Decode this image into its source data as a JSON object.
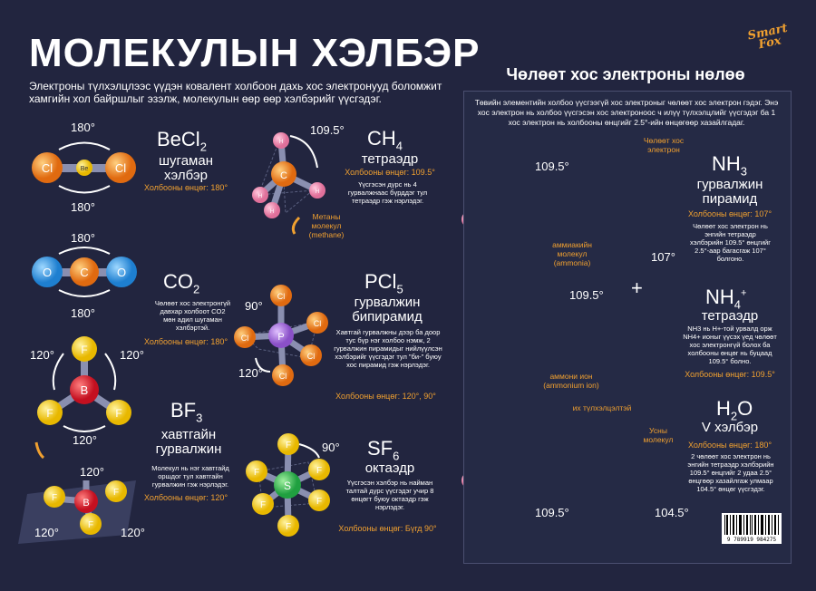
{
  "header": {
    "title": "МОЛЕКУЛЫН ХЭЛБЭР",
    "intro": "Электроны түлхэлцлээс үүдэн ковалент холбоон дахь хос электронууд боломжит хамгийн хол байршлыг эзэлж, молекулын өөр өөр хэлбэрийг үүсгэдэг."
  },
  "logo": {
    "line1": "Smart",
    "line2": "Fox"
  },
  "molecules": {
    "becl2": {
      "formula": "BeCl",
      "sub": "2",
      "shape1": "шугаман",
      "shape2": "хэлбэр",
      "angle": "Холбооны өнцөг: 180°",
      "deg_top": "180°",
      "deg_bottom": "180°"
    },
    "ch4": {
      "formula": "CH",
      "sub": "4",
      "shape": "тетраэдр",
      "angle": "Холбооны өнцөг: 109.5°",
      "desc": "Үүсгэсэн дүрс нь 4 гурвалжнаас бүрддэг тул тетраэдр гэж нэрлэдэг.",
      "deg": "109.5°",
      "note1": "Метаны",
      "note2": "молекул",
      "note3": "(methane)"
    },
    "co2": {
      "formula": "CO",
      "sub": "2",
      "desc": "Чөлөөт хос электронгүй давхар холбоот CO2 мөн адил шугаман хэлбэртэй.",
      "angle": "Холбооны өнцөг: 180°",
      "deg_top": "180°",
      "deg_bottom": "180°"
    },
    "pcl5": {
      "formula": "PCl",
      "sub": "5",
      "shape1": "гурвалжин",
      "shape2": "бипирамид",
      "desc": "Хавтгай гурвалжны дээр ба доор тус бүр нэг холбоо нэмж, 2 гурвалжин пирамидыг нийлүүлсэн хэлбэрийг үүсгэдэг тул \"би-\" буюу хос пирамид гэж нэрлэдэг.",
      "angle": "Холбооны өнцөг: 120°, 90°",
      "deg1": "90°",
      "deg2": "120°"
    },
    "bf3": {
      "formula": "BF",
      "sub": "3",
      "shape1": "хавтгайн",
      "shape2": "гурвалжин",
      "desc": "Молекул нь нэг хавтгайд оршдог тул хавтгайн гурвалжин гэж нэрлэдэг.",
      "angle": "Холбооны өнцөг: 120°",
      "deg_a": "120°",
      "deg_b": "120°",
      "deg_c": "120°",
      "deg_d": "120°",
      "deg_e": "120°",
      "deg_f": "120°"
    },
    "sf6": {
      "formula": "SF",
      "sub": "6",
      "shape": "октаэдр",
      "desc": "Үүсгэсэн хэлбэр нь найман талтай дүрс үүсгэдэг учир 8 өнцөгт буюу октаэдр гэж нэрлэдэг.",
      "angle": "Холбооны өнцөг: Бүгд 90°",
      "deg": "90°"
    }
  },
  "panel": {
    "title": "Чөлөөт хос электроны нөлөө",
    "desc": "Төвийн элементийн холбоо үүсгээгүй хос электроныг чөлөөт хос электрон гэдэг. Энэ хос электрон нь холбоо үүсгэсэн хос электроноос ч илүү түлхэлцлийг үүсгэдэг ба 1 хос электрон нь холбооны өнцгийг 2.5°-ийн өнцөгөөр хазайлгадаг.",
    "nh3": {
      "formula": "NH",
      "sub": "3",
      "shape1": "гурвалжин",
      "shape2": "пирамид",
      "angle": "Холбооны өнцөг: 107°",
      "desc": "Чөлөөт хос электрон нь энгийн тетраэдр хэлбэрийн 109.5° өнцгийг 2.5°-аар багасгаж 107° болгоно.",
      "deg1": "109.5°",
      "deg2": "107°",
      "lp1": "Чөлөөт хос",
      "lp2": "электрон",
      "lab1": "аммиакийн",
      "lab2": "молекул",
      "lab3": "(ammonia)"
    },
    "nh4": {
      "formula": "NH",
      "sub": "4",
      "sup": "+",
      "shape": "тетраэдр",
      "desc": "NH3 нь H+-той урвалд орж NH4+ ионыг үүсэх үед чөлөөт хос электронгүй болох ба холбооны өнцөг нь буцаад 109.5° болно.",
      "angle": "Холбооны өнцөг: 109.5°",
      "deg": "109.5°",
      "plus": "+",
      "lab1": "аммони ион",
      "lab2": "(ammonium ion)"
    },
    "h2o": {
      "formula": "H",
      "sub": "2",
      "formula_end": "O",
      "shape": "V хэлбэр",
      "angle": "Холбооны өнцөг: 180°",
      "desc": "2 чөлөөт хос электрон нь энгийн тетраэдр хэлбэрийн 109.5° өнцгийг 2 удаа 2.5° өнцгөөр хазайлгаж улмаар 104.5° өнцөг үүсгэдэг.",
      "deg1": "109.5°",
      "deg2": "104.5°",
      "rep": "их түлхэлцэлтэй",
      "lab1": "Усны",
      "lab2": "молекул"
    }
  },
  "barcode": {
    "digits": "9 789919 984275"
  },
  "colors": {
    "bg": "#22253f",
    "accent": "#f0a030"
  }
}
